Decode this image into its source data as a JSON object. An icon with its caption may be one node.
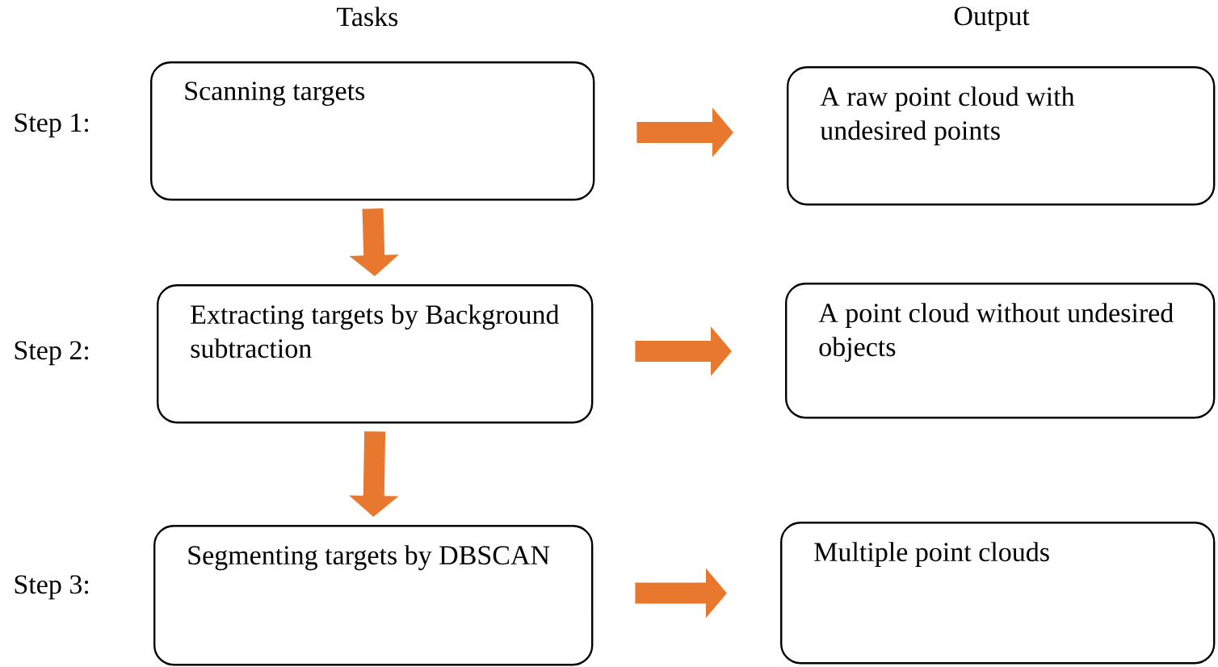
{
  "diagram": {
    "nodes": [
      {
        "text": [
          "Scanning targets"
        ]
      },
      {
        "text": [
          "A raw point cloud with undesired points"
        ]
      },
      {
        "text": [
          "Extracting targets by Background subtraction"
        ]
      },
      {
        "text": [
          "A point cloud without undesired objects"
        ]
      },
      {
        "text": [
          "Segmenting targets by DBSCAN"
        ]
      },
      {
        "text": [
          "Multiple point clouds"
        ]
      }
    ],
    "edges": [
      {
        "from": 0,
        "to": 1,
        "arrow": "to"
      },
      {
        "from": 0,
        "to": 2,
        "arrow": "to"
      },
      {
        "from": 2,
        "to": 3,
        "arrow": "to"
      },
      {
        "from": 2,
        "to": 4,
        "arrow": "to"
      },
      {
        "from": 4,
        "to": 5,
        "arrow": "to"
      }
    ],
    "labels": [
      "Tasks",
      "Output",
      "Step 1:",
      "Step 2:",
      "Step 3:"
    ]
  }
}
